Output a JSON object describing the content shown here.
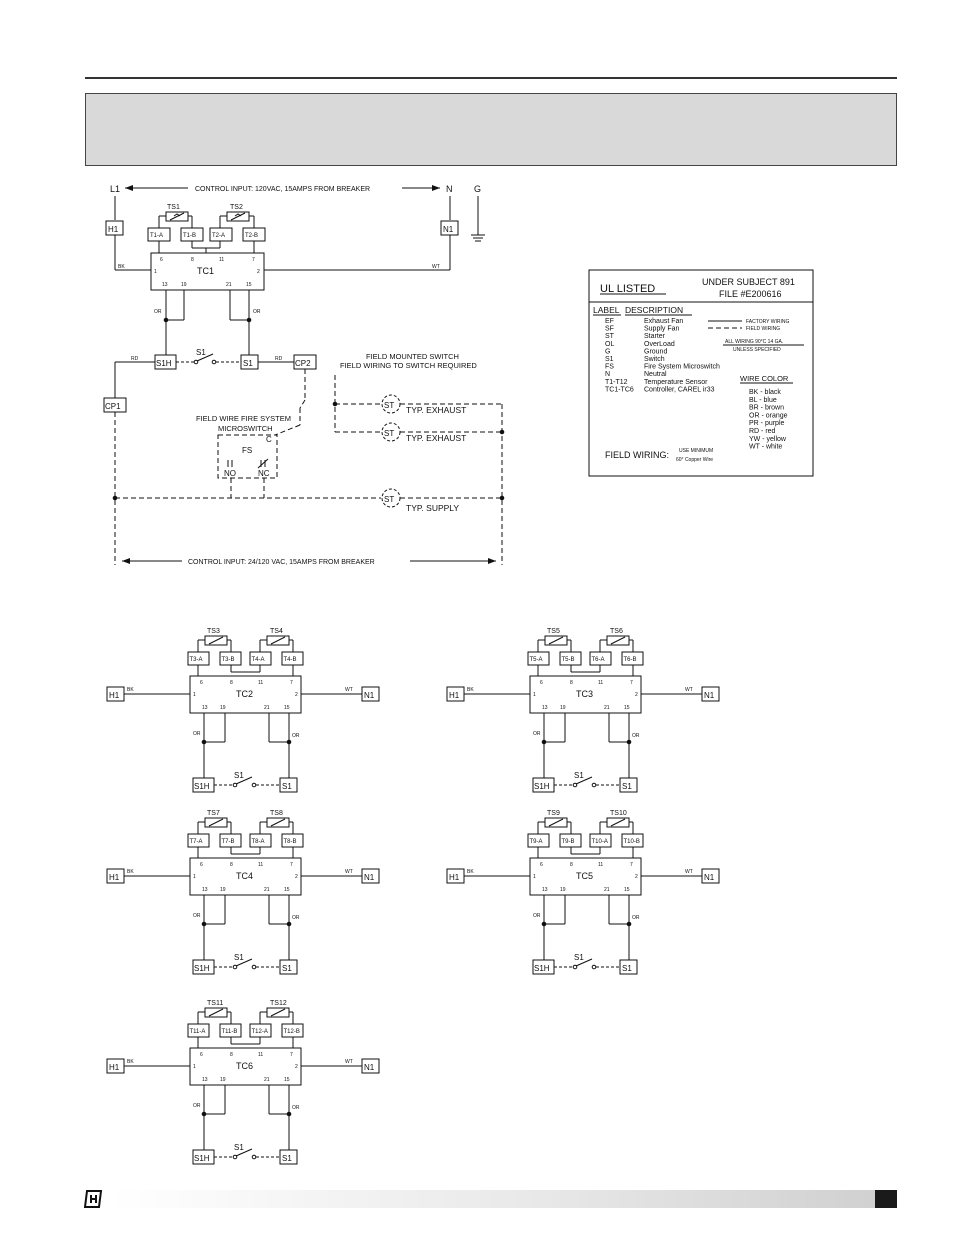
{
  "top": {
    "l1": "L1",
    "n": "N",
    "g": "G",
    "control_input": "CONTROL INPUT: 120VAC, 15AMPS FROM BREAKER",
    "h1": "H1",
    "n1": "N1",
    "ts1": "TS1",
    "ts2": "TS2",
    "t1a": "T1-A",
    "t1b": "T1-B",
    "t2a": "T2-A",
    "t2b": "T2-B",
    "tc1": "TC1",
    "p6": "6",
    "p8": "8",
    "p11": "11",
    "p7": "7",
    "p1": "1",
    "p2": "2",
    "p13": "13",
    "p19": "19",
    "p21": "21",
    "p15": "15",
    "bk": "BK",
    "wt": "WT",
    "or": "OR",
    "rd": "RD",
    "s1h": "S1H",
    "s1": "S1",
    "cp1": "CP1",
    "cp2": "CP2",
    "field_switch_1": "FIELD MOUNTED SWITCH",
    "field_switch_2": "FIELD WIRING TO SWITCH REQUIRED",
    "fire_1": "FIELD WIRE FIRE SYSTEM",
    "fire_2": "MICROSWITCH",
    "fs": "FS",
    "c": "C",
    "no": "NO",
    "nc": "NC",
    "st": "ST",
    "typ_exhaust": "TYP. EXHAUST",
    "typ_supply": "TYP. SUPPLY",
    "control_input_bottom": "CONTROL INPUT: 24/120 VAC, 15AMPS FROM BREAKER"
  },
  "legend": {
    "ul_listed": "UL LISTED",
    "subject_1": "UNDER SUBJECT 891",
    "subject_2": "FILE #E200616",
    "label_hdr": "LABEL",
    "desc_hdr": "DESCRIPTION",
    "rows": [
      {
        "label": "EF",
        "desc": "Exhaust Fan"
      },
      {
        "label": "SF",
        "desc": "Supply Fan"
      },
      {
        "label": "ST",
        "desc": "Starter"
      },
      {
        "label": "OL",
        "desc": "OverLoad"
      },
      {
        "label": "G",
        "desc": "Ground"
      },
      {
        "label": "S1",
        "desc": "Switch"
      },
      {
        "label": "FS",
        "desc": "Fire System Microswitch"
      },
      {
        "label": "N",
        "desc": "Neutral"
      },
      {
        "label": "T1-T12",
        "desc": "Temperature Sensor"
      },
      {
        "label": "TC1-TC6",
        "desc": "Controller, CAREL ir33"
      }
    ],
    "factory_wiring": "FACTORY WIRING",
    "field_wiring_line": "FIELD WIRING",
    "all_wiring_1": "ALL WIRING 90°C 14 GA.",
    "all_wiring_2": "UNLESS SPECIFIED",
    "wire_color_hdr": "WIRE COLOR",
    "colors": [
      "BK - black",
      "BL - blue",
      "BR - brown",
      "OR - orange",
      "PR - purple",
      "RD - red",
      "YW - yellow",
      "WT - white"
    ],
    "field_wiring": "FIELD WIRING:",
    "use_min_1": "USE MINIMUM",
    "use_min_2": "60° Copper Wire"
  },
  "modules": [
    {
      "tc": "TC2",
      "tsa": "TS3",
      "tsb": "TS4",
      "ta": "T3-A",
      "tb": "T3-B",
      "tc_": "T4-A",
      "td": "T4-B"
    },
    {
      "tc": "TC3",
      "tsa": "TS5",
      "tsb": "TS6",
      "ta": "T5-A",
      "tb": "T5-B",
      "tc_": "T6-A",
      "td": "T6-B"
    },
    {
      "tc": "TC4",
      "tsa": "TS7",
      "tsb": "TS8",
      "ta": "T7-A",
      "tb": "T7-B",
      "tc_": "T8-A",
      "td": "T8-B"
    },
    {
      "tc": "TC5",
      "tsa": "TS9",
      "tsb": "TS10",
      "ta": "T9-A",
      "tb": "T9-B",
      "tc_": "T10-A",
      "td": "T10-B"
    },
    {
      "tc": "TC6",
      "tsa": "TS11",
      "tsb": "TS12",
      "ta": "T11-A",
      "tb": "T11-B",
      "tc_": "T12-A",
      "td": "T12-B"
    }
  ]
}
